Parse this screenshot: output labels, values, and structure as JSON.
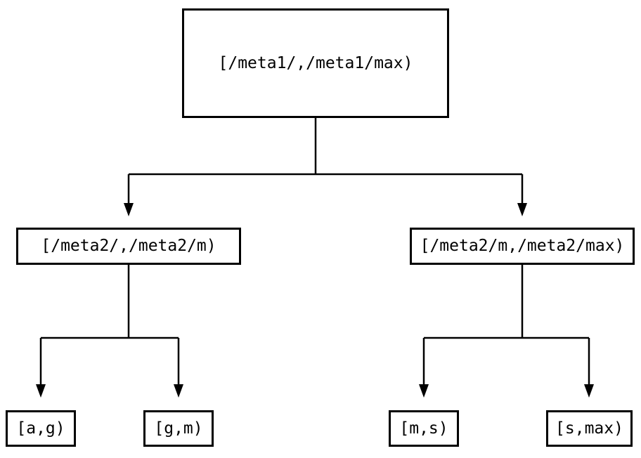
{
  "diagram": {
    "type": "tree",
    "background_color": "#ffffff",
    "line_color": "#000000",
    "text_color": "#000000"
  },
  "nodes": {
    "root": {
      "label": "[/meta1/,/meta1/max)"
    },
    "level1_left": {
      "label": "[/meta2/,/meta2/m)"
    },
    "level1_right": {
      "label": "[/meta2/m,/meta2/max)"
    },
    "leaf_a_g": {
      "label": "[a,g)"
    },
    "leaf_g_m": {
      "label": "[g,m)"
    },
    "leaf_m_s": {
      "label": "[m,s)"
    },
    "leaf_s_max": {
      "label": "[s,max)"
    }
  },
  "edges": [
    {
      "from": "[/meta1/,/meta1/max)",
      "to": "[/meta2/,/meta2/m)"
    },
    {
      "from": "[/meta1/,/meta1/max)",
      "to": "[/meta2/m,/meta2/max)"
    },
    {
      "from": "[/meta2/,/meta2/m)",
      "to": "[a,g)"
    },
    {
      "from": "[/meta2/,/meta2/m)",
      "to": "[g,m)"
    },
    {
      "from": "[/meta2/m,/meta2/max)",
      "to": "[m,s)"
    },
    {
      "from": "[/meta2/m,/meta2/max)",
      "to": "[s,max)"
    }
  ]
}
